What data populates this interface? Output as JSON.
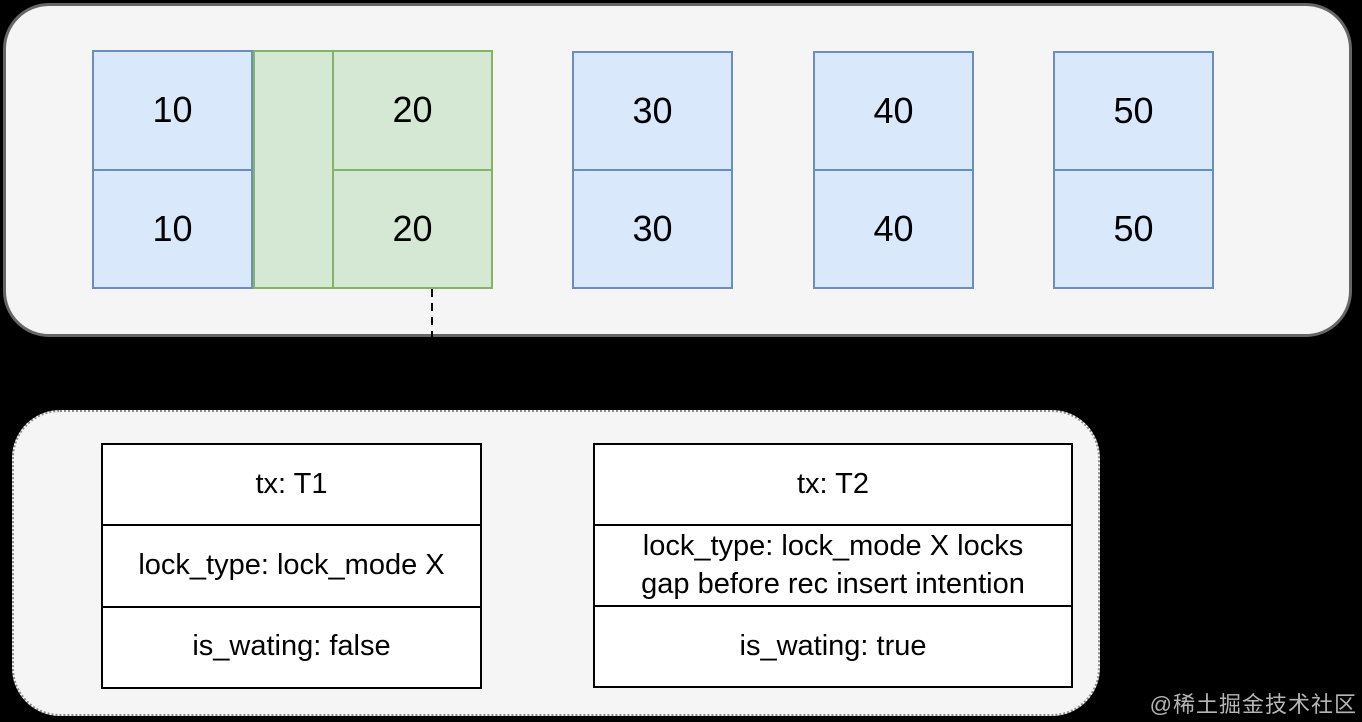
{
  "diagram": {
    "index_page": {
      "records": [
        {
          "label_top": "10",
          "label_bottom": "10",
          "locked": false
        },
        {
          "label_top": "20",
          "label_bottom": "20",
          "locked": true
        },
        {
          "label_top": "30",
          "label_bottom": "30",
          "locked": false
        },
        {
          "label_top": "40",
          "label_bottom": "40",
          "locked": false
        },
        {
          "label_top": "50",
          "label_bottom": "50",
          "locked": false
        }
      ]
    },
    "lock_tables": [
      {
        "rows": [
          "tx: T1",
          "lock_type: lock_mode X",
          "is_wating: false"
        ]
      },
      {
        "rows": [
          "tx: T2",
          "lock_type: lock_mode X locks gap before rec insert intention",
          "is_wating: true"
        ]
      }
    ],
    "watermark": "@稀土掘金技术社区",
    "colors": {
      "record_fill": "#dae8fc",
      "record_border": "#6c8ebf",
      "locked_fill": "#d5e8d4",
      "locked_border": "#82b366",
      "panel_fill": "#f5f5f5",
      "panel_border": "#666666",
      "table_fill": "#ffffff",
      "table_border": "#000000",
      "background": "#000000",
      "watermark_text": "#b5b5b5"
    }
  }
}
